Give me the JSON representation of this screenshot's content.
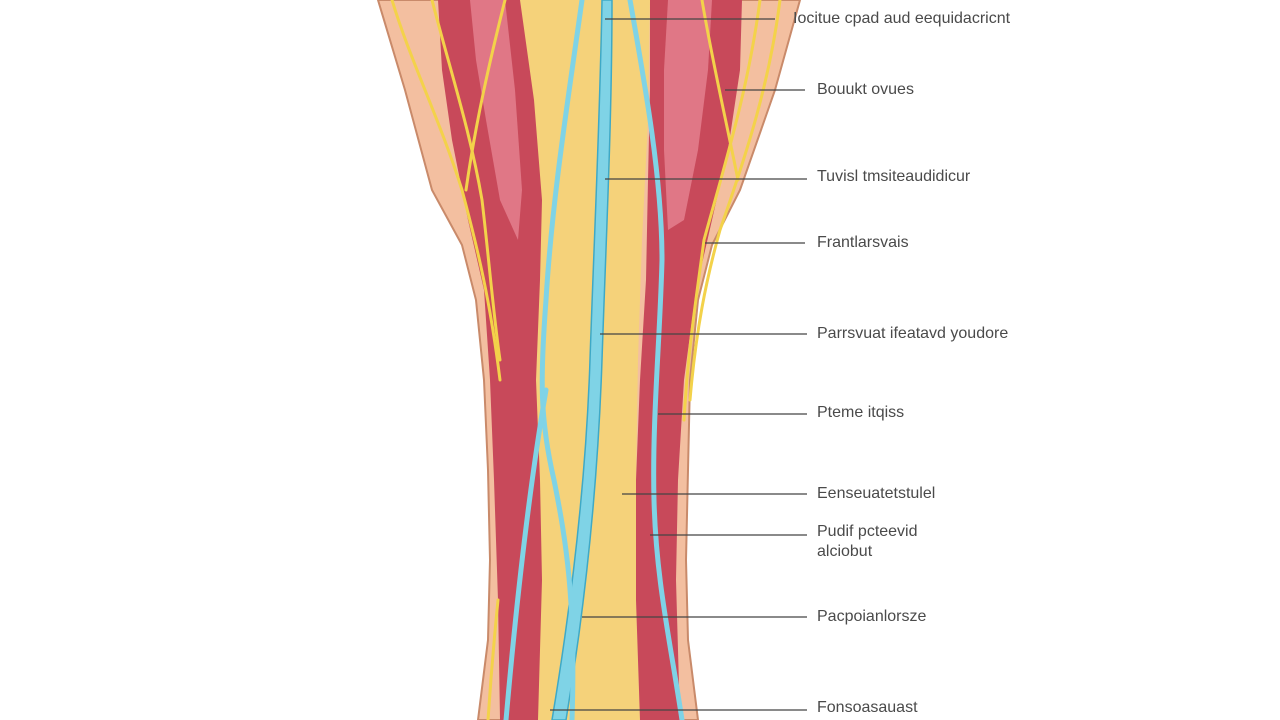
{
  "diagram": {
    "labels": [
      "Iocitue cpad aud eequidacricnt",
      "Bouukt ovues",
      "Tuvisl tmsiteaudidicur",
      "Frantlarsvais",
      "Parrsvuat ifeatavd youdore",
      "Pteme itqiss",
      "Eenseuatetstulel",
      "Pudif pcteevid\nalciobut",
      "Pacpoianlorsze",
      "Fonsoasauast"
    ],
    "colors": {
      "skin": "#f3bfa0",
      "skin_outline": "#c98a6a",
      "muscle": "#c8495a",
      "muscle_highlight": "#e98b98",
      "fat": "#f5d27a",
      "vein": "#7fd3e6",
      "vein_outline": "#3fa9c6",
      "nerve": "#f3d24a",
      "leader_line": "#444444",
      "label_text": "#4a4a4a"
    }
  }
}
